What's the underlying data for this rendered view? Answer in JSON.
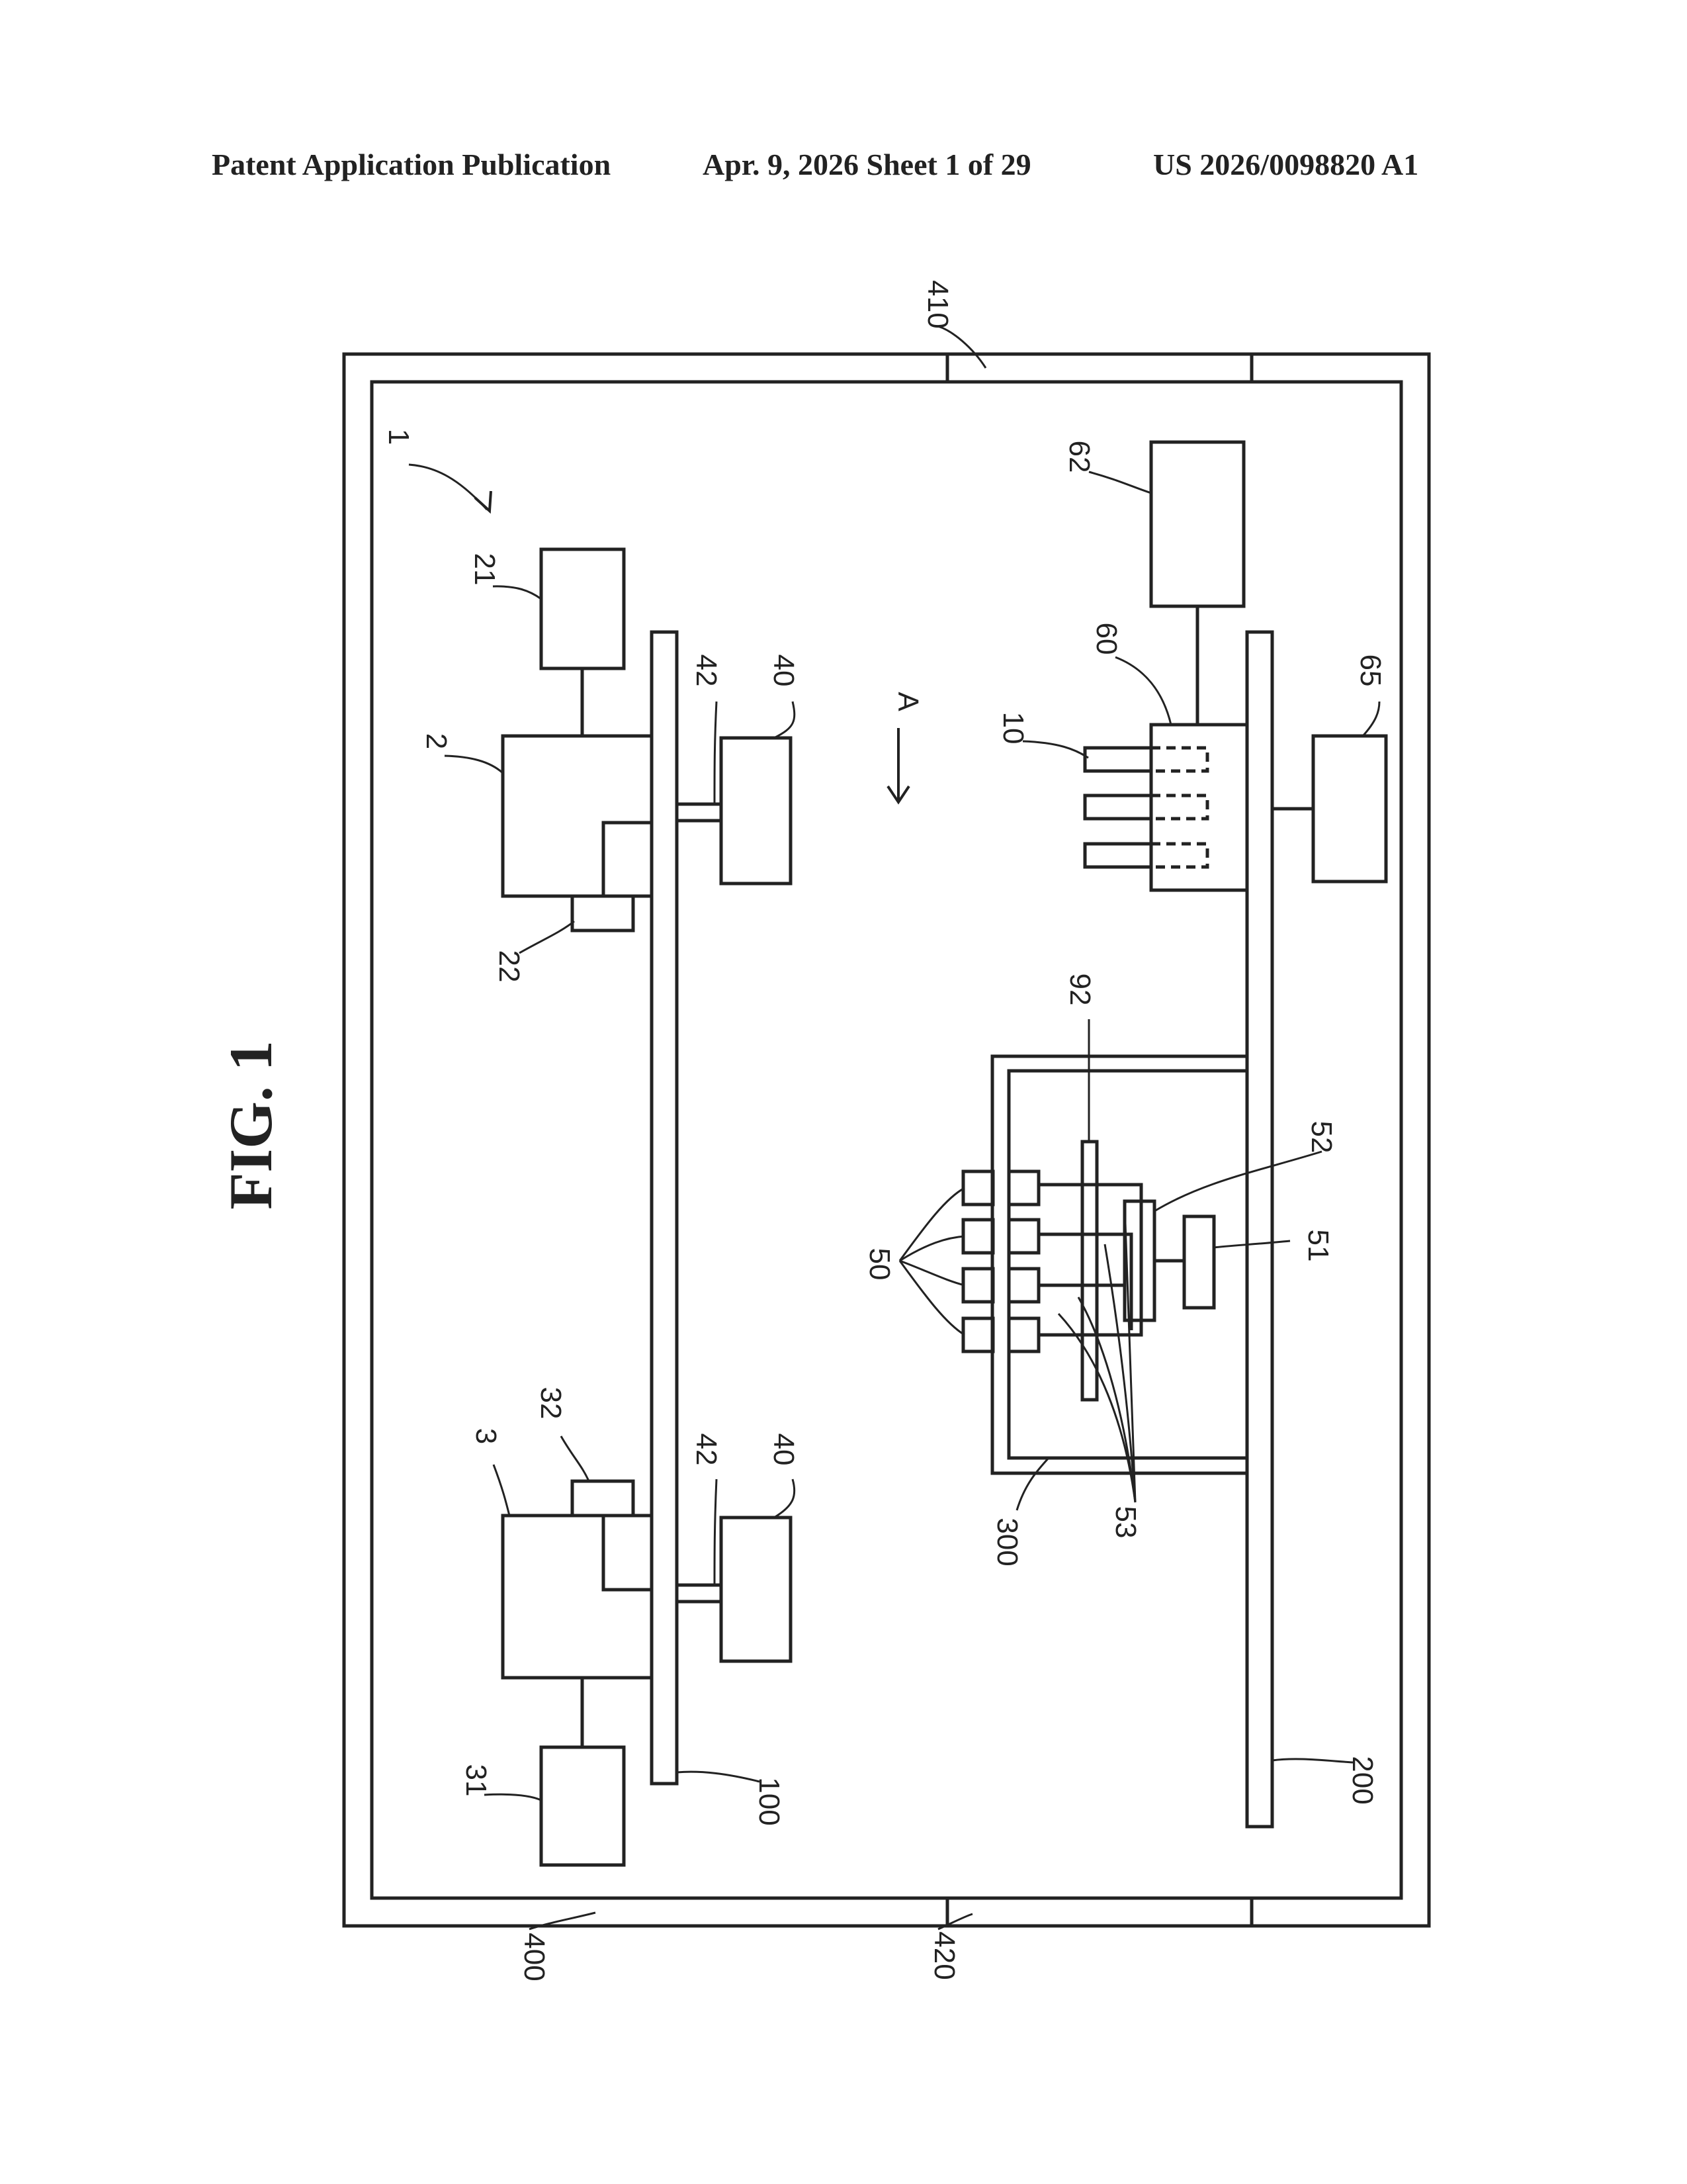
{
  "header": {
    "publication": "Patent Application Publication",
    "date_sheet": "Apr. 9, 2026   Sheet 1 of 29",
    "number": "US 2026/0098820 A1"
  },
  "figure": {
    "title": "FIG. 1",
    "labels": {
      "ref_1": "1",
      "ref_2": "2",
      "ref_3": "3",
      "ref_10": "10",
      "ref_21": "21",
      "ref_22": "22",
      "ref_31": "31",
      "ref_32": "32",
      "ref_40_top": "40",
      "ref_40_bottom": "40",
      "ref_42_top": "42",
      "ref_42_bottom": "42",
      "ref_50": "50",
      "ref_51": "51",
      "ref_52": "52",
      "ref_53": "53",
      "ref_60": "60",
      "ref_62": "62",
      "ref_65": "65",
      "ref_92": "92",
      "ref_100": "100",
      "ref_200": "200",
      "ref_300": "300",
      "ref_400": "400",
      "ref_410": "410",
      "ref_420": "420",
      "direction_a": "A"
    }
  },
  "colors": {
    "ink": "#222222",
    "paper": "#ffffff"
  }
}
